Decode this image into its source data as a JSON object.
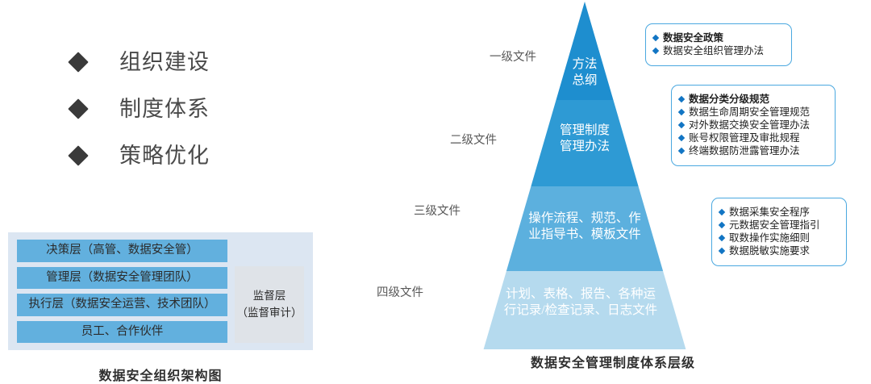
{
  "left_panel": {
    "bullets": [
      {
        "label": "组织建设",
        "icon": "diamond-bullet-icon"
      },
      {
        "label": "制度体系",
        "icon": "diamond-bullet-icon"
      },
      {
        "label": "策略优化",
        "icon": "diamond-bullet-icon"
      }
    ],
    "org_chart": {
      "caption": "数据安全组织架构图",
      "layers": [
        "决策层（高管、数据安全管）",
        "管理层（数据安全管理团队）",
        "执行层（数据安全运营、技术团队）",
        "员工、合作伙伴"
      ],
      "side_block": {
        "title": "监督层",
        "subtitle": "（监督审计）"
      },
      "colors": {
        "panel_bg": "#dce6f2",
        "layer_fill": "#62b0de",
        "side_fill": "#dfe3e8"
      }
    }
  },
  "right_panel": {
    "caption": "数据安全管理制度体系层级",
    "level_labels": [
      "一级文件",
      "二级文件",
      "三级文件",
      "四级文件"
    ],
    "pyramid_levels": [
      {
        "label": "一级文件",
        "text": "方法\n总纲",
        "color": "#1e8ecf"
      },
      {
        "label": "二级文件",
        "text": "管理制度\n管理办法",
        "color": "#2e9ad4"
      },
      {
        "label": "三级文件",
        "text": "操作流程、规范、作\n业指导书、模板文件",
        "color": "#5cb0de"
      },
      {
        "label": "四级文件",
        "text": "计划、表格、报告、各种运\n行记录/检查记录、日志文件",
        "color": "#b5daee"
      }
    ],
    "cards": [
      {
        "items": [
          {
            "text": "数据安全政策",
            "bold": true
          },
          {
            "text": "数据安全组织管理办法",
            "bold": false
          }
        ]
      },
      {
        "items": [
          {
            "text": "数据分类分级规范",
            "bold": true
          },
          {
            "text": "数据生命周期安全管理规范",
            "bold": false
          },
          {
            "text": "对外数据交换安全管理办法",
            "bold": false
          },
          {
            "text": "账号权限管理及审批规程",
            "bold": false
          },
          {
            "text": "终端数据防泄露管理办法",
            "bold": false
          }
        ]
      },
      {
        "items": [
          {
            "text": "数据采集安全程序",
            "bold": false
          },
          {
            "text": "元数据安全管理指引",
            "bold": false
          },
          {
            "text": "取数操作实施细则",
            "bold": false
          },
          {
            "text": "数据脱敏实施要求",
            "bold": false
          }
        ]
      }
    ],
    "colors": {
      "card_border": "#4aa8e0",
      "card_bullet": "#1275c4"
    }
  }
}
